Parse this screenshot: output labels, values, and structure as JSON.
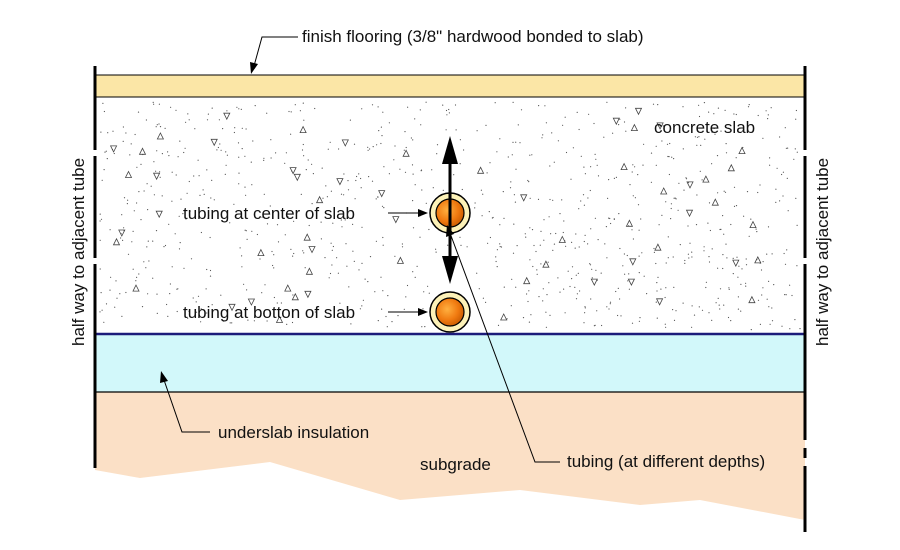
{
  "labels": {
    "finish_flooring": "finish flooring (3/8\" hardwood bonded to slab)",
    "concrete_slab": "concrete slab",
    "tubing_center": "tubing at center of slab",
    "tubing_bottom": "tubing at botton of slab",
    "underslab_insulation": "underslab insulation",
    "subgrade": "subgrade",
    "tubing_depths": "tubing (at different depths)",
    "half_way_left": "half way to adjacent tube",
    "half_way_right": "half way to adjacent tube"
  },
  "colors": {
    "flooring": "#fbe6a6",
    "concrete": "#ffffff",
    "insulation": "#d2f8fa",
    "subgrade": "#fbe0c6",
    "tube_core": "#f07a10",
    "tube_ring": "#fdf2b8",
    "insulation_line": "#1c1c7a",
    "line": "#000000"
  }
}
